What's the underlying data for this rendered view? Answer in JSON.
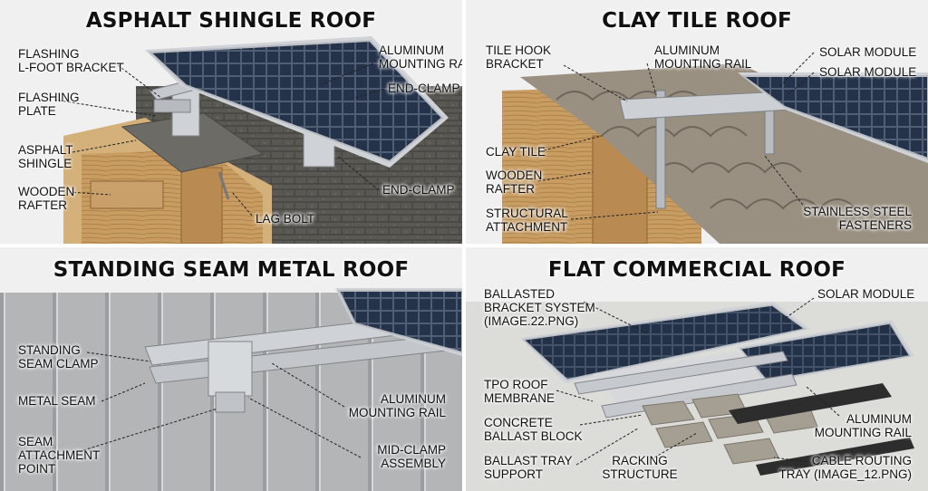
{
  "panels": {
    "asphalt": {
      "title": "ASPHALT SHINGLE ROOF",
      "labels": {
        "flashing_bracket": "FLASHING\nL-FOOT BRACKET",
        "flashing_plate": "FLASHING\nPLATE",
        "asphalt_shingle": "ASPHALT\nSHINGLE",
        "wooden_rafter": "WOODEN\nRAFTER",
        "aluminum_rail": "ALUMINUM\nMOUNTING RAIL",
        "end_clamp_top": "END-CLAMP",
        "end_clamp_bottom": "END-CLAMP",
        "lag_bolt": "LAG BOLT"
      }
    },
    "clay": {
      "title": "CLAY TILE ROOF",
      "labels": {
        "tile_hook": "TILE HOOK\nBRACKET",
        "aluminum_rail": "ALUMINUM\nMOUNTING RAIL",
        "solar_module_1": "SOLAR MODULE",
        "solar_module_2": "SOLAR MODULE",
        "clay_tile": "CLAY TILE",
        "wooden_rafter": "WOODEN\nRAFTER",
        "structural_attachment": "STRUCTURAL\nATTACHMENT",
        "stainless_fasteners": "STAINLESS STEEL\nFASTENERS"
      }
    },
    "metal": {
      "title": "STANDING SEAM METAL ROOF",
      "labels": {
        "seam_clamp": "STANDING\nSEAM CLAMP",
        "metal_seam": "METAL SEAM",
        "seam_attachment": "SEAM\nATTACHMENT\nPOINT",
        "aluminum_rail": "ALUMINUM\nMOUNTING RAIL",
        "mid_clamp": "MID-CLAMP\nASSEMBLY"
      }
    },
    "flat": {
      "title": "FLAT COMMERCIAL ROOF",
      "labels": {
        "ballasted_bracket": "BALLASTED\nBRACKET SYSTEM\n(image.22.png)",
        "solar_module": "SOLAR MODULE",
        "tpo_membrane": "TPO ROOF\nMEMBRANE",
        "concrete_block": "CONCRETE\nBALLAST BLOCK",
        "ballast_tray": "BALLAST TRAY\nSUPPORT",
        "racking": "RACKING\nSTRUCTURE",
        "aluminum_rail": "ALUMINUM\nMOUNTING RAIL",
        "cable_tray": "CABLE ROUTING\nTRAY (image_12.png)"
      }
    }
  },
  "colors": {
    "solar_cell": "#1e2a3c",
    "aluminum": "#c9ccd0",
    "wood": "#c9a069",
    "shingle": "#5c5a55",
    "clay": "#9d9385",
    "metal_roof": "#a8aaac",
    "membrane": "#d9d9d6",
    "concrete": "#a39c90"
  }
}
